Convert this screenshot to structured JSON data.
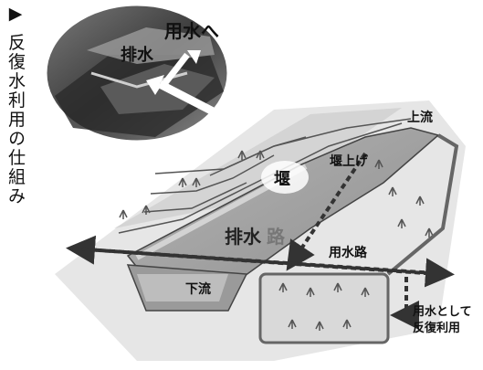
{
  "title": "▶ 反復水利用の仕組み",
  "photo": {
    "drain_label": "排水",
    "to_irrigation_label": "用水へ"
  },
  "diagram": {
    "upstream": "上流",
    "weir_raise": "堰上げ",
    "weir": "堰",
    "drain_channel_a": "排水",
    "drain_channel_b": "路",
    "irrigation_channel": "用水路",
    "downstream": "下流",
    "reuse_line1": "用水として",
    "reuse_line2": "反復利用"
  }
}
